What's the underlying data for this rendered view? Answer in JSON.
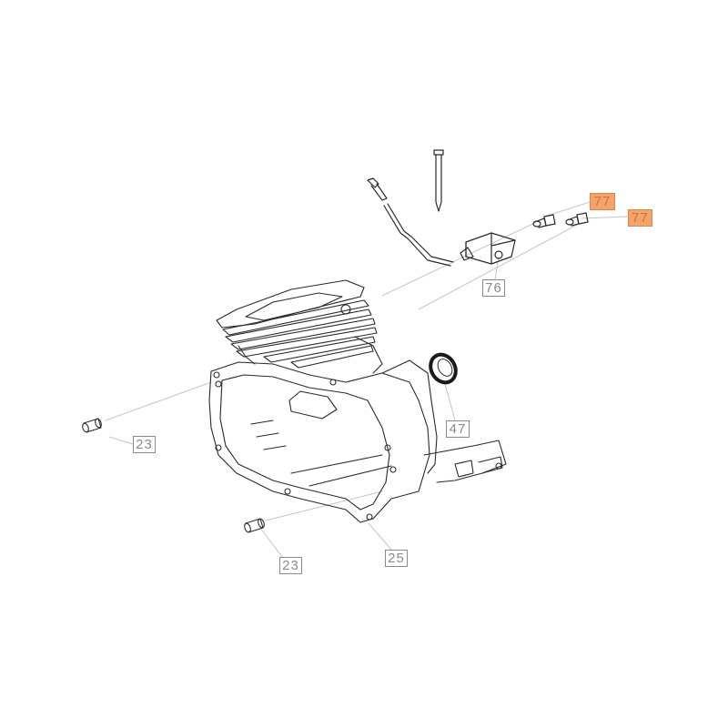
{
  "diagram": {
    "type": "exploded-parts-diagram",
    "description": "Engine cylinder and crankcase assembly",
    "highlight_color": "#f4a46a",
    "line_color": "#2a2a2a",
    "leader_color": "#b0b0b0",
    "label_color": "#8a8a8a"
  },
  "parts": [
    {
      "id": "label-77a",
      "number": "77",
      "name": "fitting-a",
      "highlighted": true
    },
    {
      "id": "label-77b",
      "number": "77",
      "name": "fitting-b",
      "highlighted": true
    },
    {
      "id": "label-76",
      "number": "76",
      "name": "ignition-coil",
      "highlighted": false
    },
    {
      "id": "label-47",
      "number": "47",
      "name": "oil-seal",
      "highlighted": false
    },
    {
      "id": "label-23a",
      "number": "23",
      "name": "dowel-pin-a",
      "highlighted": false
    },
    {
      "id": "label-23b",
      "number": "23",
      "name": "dowel-pin-b",
      "highlighted": false
    },
    {
      "id": "label-25",
      "number": "25",
      "name": "crankcase",
      "highlighted": false
    }
  ]
}
